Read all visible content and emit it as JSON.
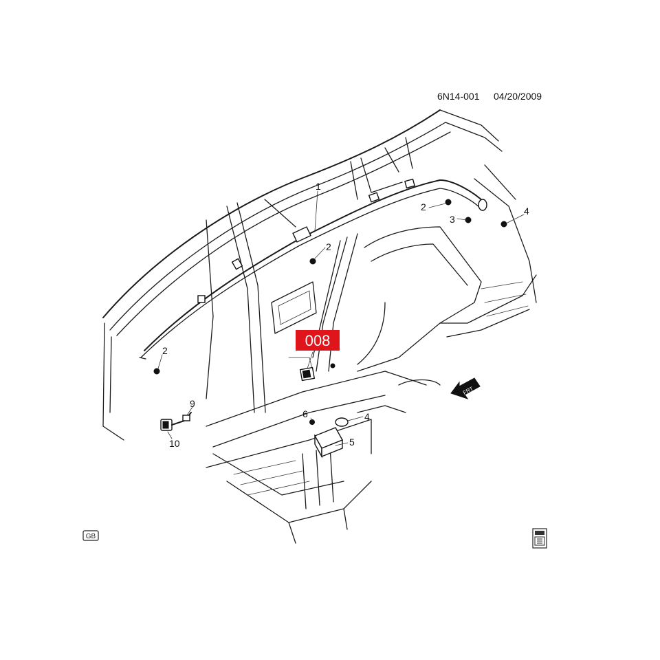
{
  "header": {
    "code": "6N14-001",
    "date": "04/20/2009"
  },
  "tag": {
    "label": "008",
    "color": "#e0141b"
  },
  "callouts": [
    "1",
    "2",
    "2",
    "2",
    "3",
    "4",
    "4",
    "5",
    "6",
    "9",
    "10"
  ],
  "corner_badge": {
    "label": "GB"
  },
  "front_arrow": {
    "label": "FRT"
  },
  "icons": {
    "book": "manual-book-icon",
    "arrow": "front-arrow-icon"
  }
}
